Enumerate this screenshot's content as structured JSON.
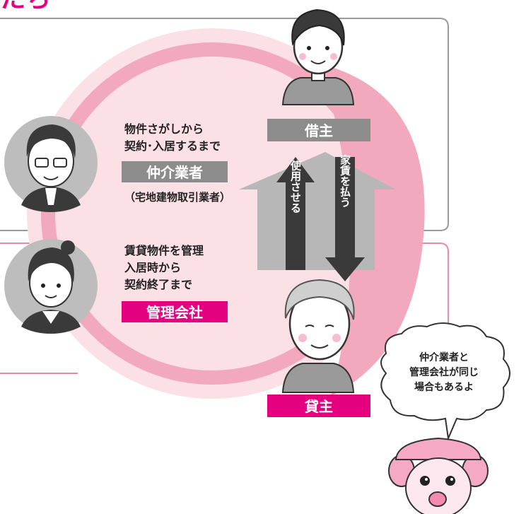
{
  "header": {
    "title_fragment": "たち"
  },
  "agent": {
    "desc_line1": "物件さがしから",
    "desc_line2": "契約･入居するまで",
    "badge": "仲介業者",
    "note": "（宅地建物取引業者）"
  },
  "manager": {
    "desc_line1": "賃貸物件を管理",
    "desc_line2": "入居時から",
    "desc_line3": "契約終了まで",
    "badge": "管理会社"
  },
  "tenant": {
    "label": "借主"
  },
  "landlord": {
    "label": "貸主"
  },
  "arrows": {
    "up_label": "使用させる",
    "down_label": "家賃を払う"
  },
  "speech": {
    "line1": "仲介業者と",
    "line2": "管理会社が同じ",
    "line3": "場合もあるよ"
  },
  "colors": {
    "accent_pink": "#e4007f",
    "circle_fill": "#fbe1e6",
    "ring": "#f2a9bd",
    "gray_badge": "#8c8c8c",
    "arrow_dark": "#3a3a3a",
    "house_gray": "#b7b7b7"
  }
}
